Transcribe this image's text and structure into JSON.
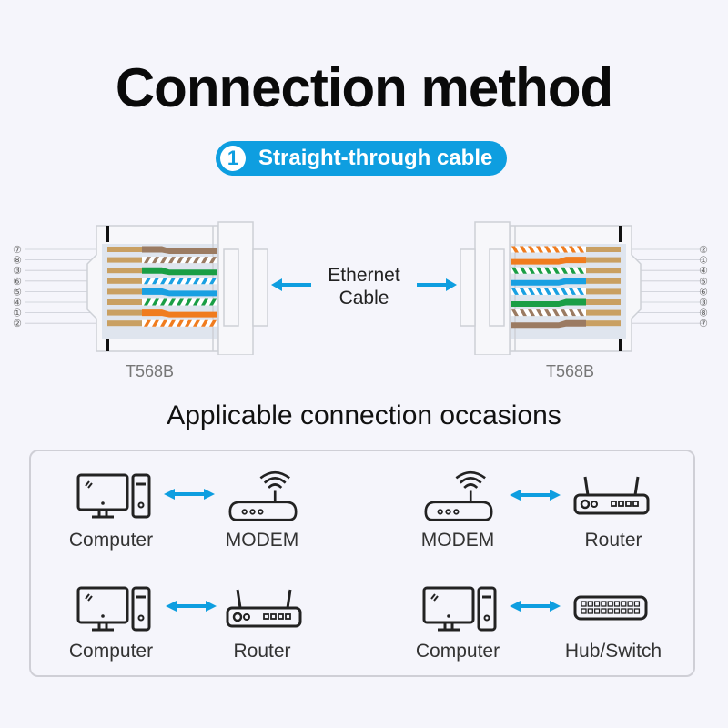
{
  "title": "Connection method",
  "badge": {
    "number": "1",
    "label": "Straight-through cable"
  },
  "cable": {
    "line1": "Ethernet",
    "line2": "Cable"
  },
  "connectors": {
    "left": {
      "standard": "T568B",
      "pin_labels": [
        "⑦",
        "⑧",
        "③",
        "⑥",
        "⑤",
        "④",
        "①",
        "②"
      ]
    },
    "right": {
      "standard": "T568B",
      "pin_labels": [
        "②",
        "①",
        "④",
        "⑤",
        "⑥",
        "③",
        "⑧",
        "⑦"
      ]
    }
  },
  "wire_colors": {
    "orange": "#f07c1e",
    "green": "#1a9e45",
    "blue": "#19a0e2",
    "brown": "#9b7b62",
    "gold": "#c9a062"
  },
  "accent": "#0e9ee0",
  "subtitle": "Applicable connection occasions",
  "occasions": [
    {
      "from": "Computer",
      "to": "MODEM"
    },
    {
      "from": "MODEM",
      "to": "Router"
    },
    {
      "from": "Computer",
      "to": "Router"
    },
    {
      "from": "Computer",
      "to": "Hub/Switch"
    }
  ]
}
